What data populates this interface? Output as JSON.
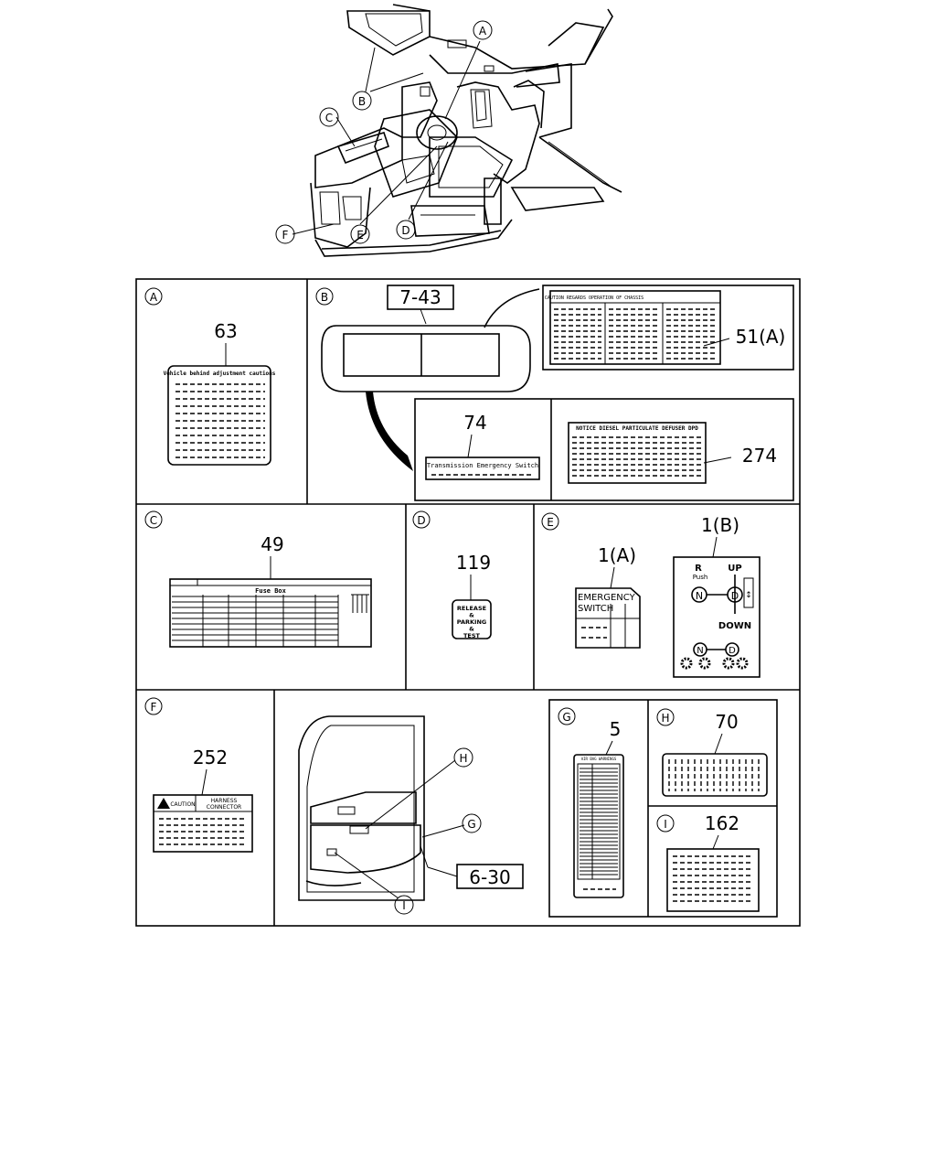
{
  "callouts": {
    "A": "A",
    "B": "B",
    "C": "C",
    "D": "D",
    "E": "E",
    "F": "F",
    "G": "G",
    "H": "H",
    "I": "I"
  },
  "refs": {
    "sunvisor": "7-43",
    "door": "6-30"
  },
  "parts": {
    "a_label": "63",
    "b_top": "51(A)",
    "b_mid": "74",
    "b_right": "274",
    "c_label": "49",
    "d_label": "119",
    "e_left": "1(A)",
    "e_right": "1(B)",
    "f_label": "252",
    "g_label": "5",
    "h_label": "70",
    "i_label": "162"
  },
  "labels": {
    "vehicle": "Vehicle behind adjustment cautions",
    "caution_header": "CAUTION REGARDS OPERATION OF CHASSIS",
    "transmission": "Transmission Emergency Switch",
    "dpd": "NOTICE DIESEL PARTICULATE DEFUSER DPD",
    "fusebox": "Fuse Box",
    "release": [
      "RELEASE",
      "&",
      "PARKING",
      "&",
      "TEST"
    ],
    "emergency": [
      "EMERGENCY",
      "SWITCH"
    ],
    "shift_r": "R",
    "shift_push": "Push",
    "shift_up": "UP",
    "shift_down": "DOWN",
    "shift_n": "N",
    "shift_d": "D",
    "caution": "CAUTION",
    "harness": [
      "HARNESS",
      "CONNECTOR"
    ],
    "g_header": "AIR BAG WARNINGS"
  }
}
